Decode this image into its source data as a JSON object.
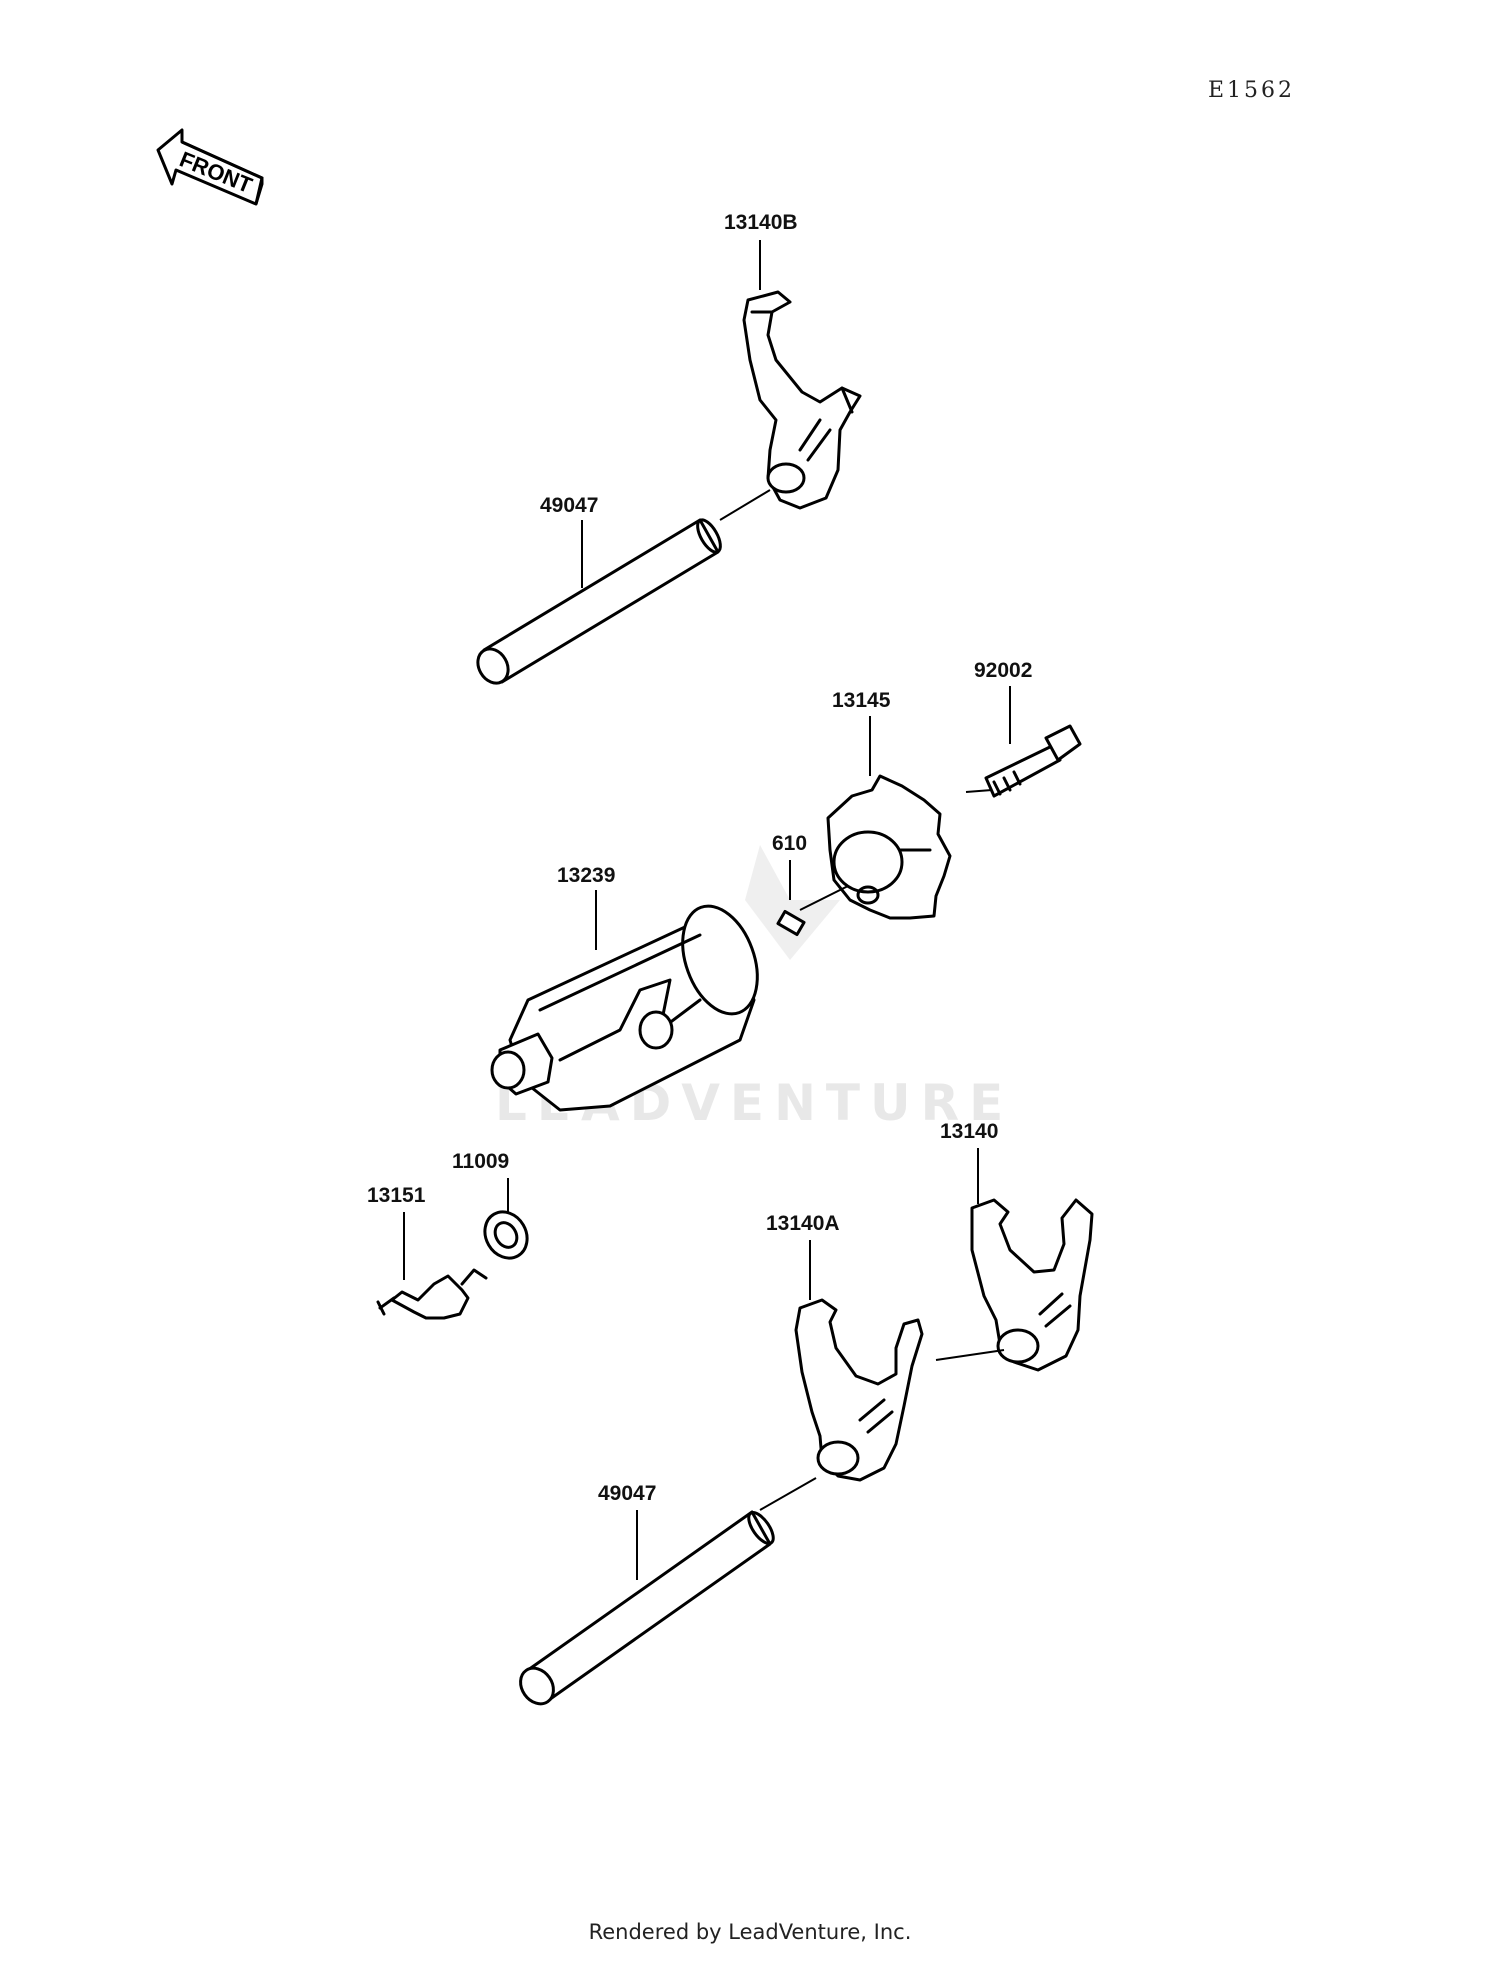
{
  "diagram_code": "E1562",
  "front_label": "FRONT",
  "watermark": "LEADVENTURE",
  "footer": "Rendered by LeadVenture, Inc.",
  "labels": {
    "fork_b": "13140B",
    "shaft_upper": "49047",
    "bolt": "92002",
    "operating_plate": "13145",
    "pin": "610",
    "drum": "13239",
    "fork": "13140",
    "washer": "11009",
    "switch": "13151",
    "fork_a": "13140A",
    "shaft_lower": "49047"
  }
}
